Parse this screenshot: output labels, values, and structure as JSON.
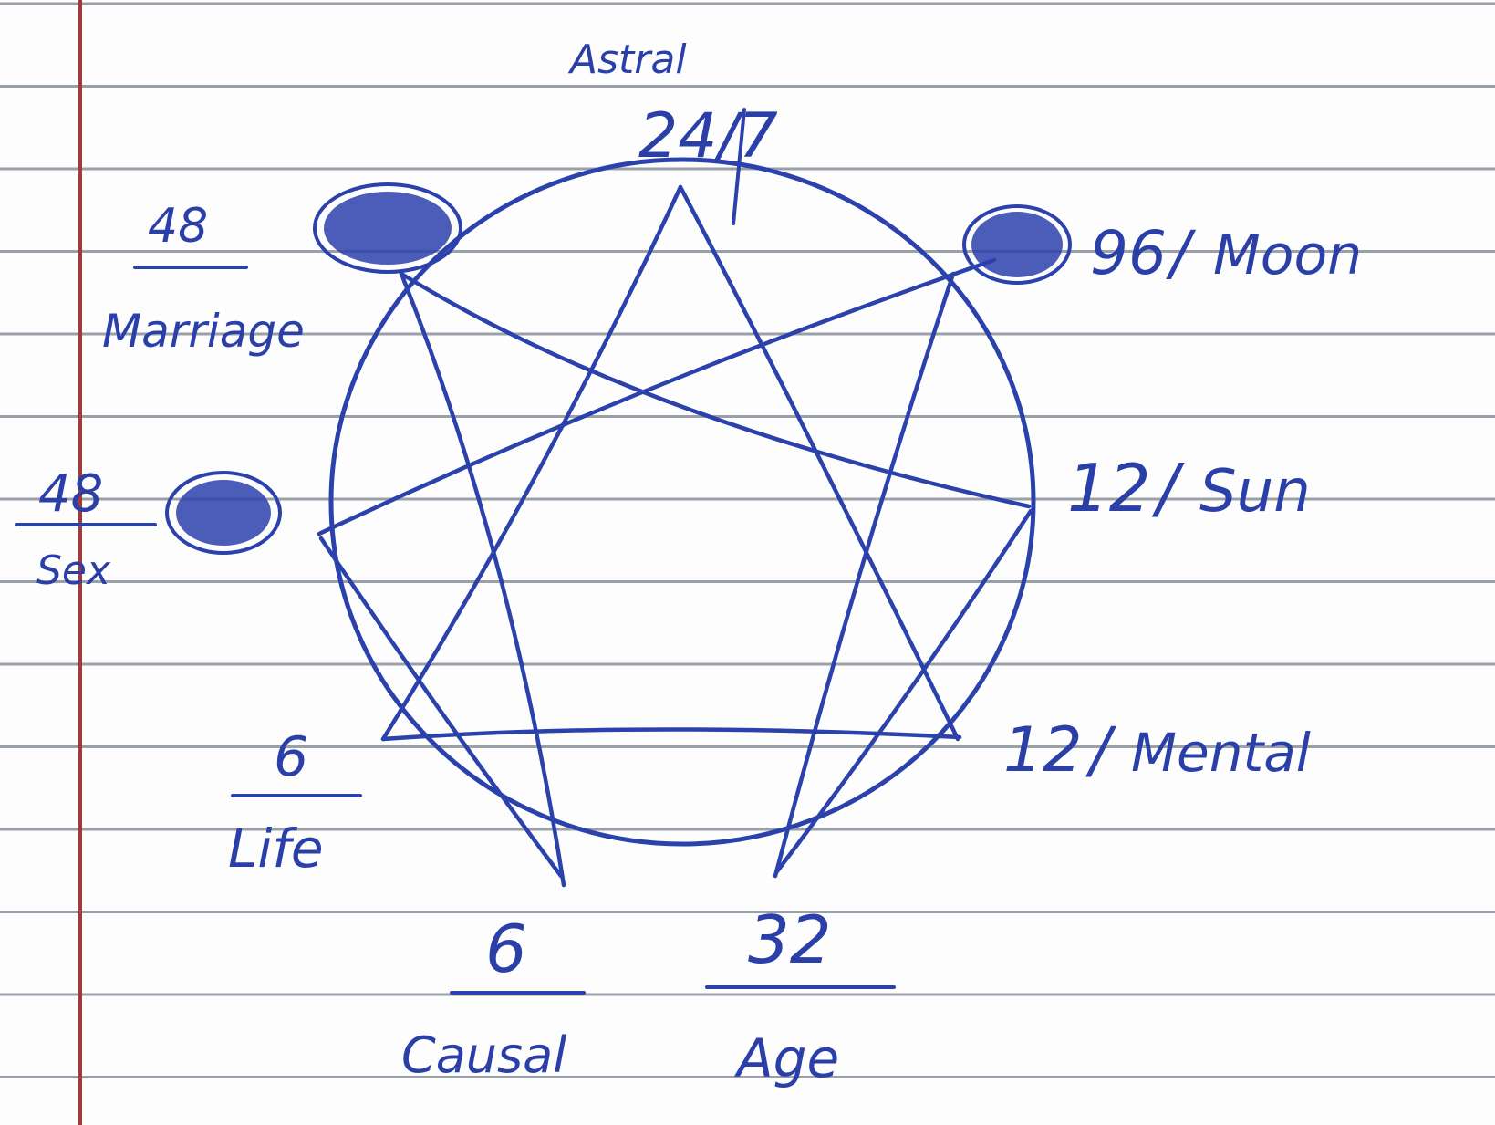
{
  "nodes": [
    {
      "id": "top",
      "number": "24/7",
      "label": "Astral",
      "marked": false
    },
    {
      "id": "upper-right",
      "number": "96",
      "label": "Moon",
      "marked": true
    },
    {
      "id": "right",
      "number": "12",
      "label": "Sun",
      "marked": false
    },
    {
      "id": "lower-right",
      "number": "12",
      "label": "Mental",
      "marked": false
    },
    {
      "id": "bottom-right",
      "number": "32",
      "label": "Age",
      "marked": false
    },
    {
      "id": "bottom-left",
      "number": "6",
      "label": "Causal",
      "marked": false
    },
    {
      "id": "lower-left",
      "number": "6",
      "label": "Life",
      "marked": false
    },
    {
      "id": "left",
      "number": "48",
      "label": "Sex",
      "marked": true
    },
    {
      "id": "upper-left",
      "number": "48",
      "label": "Marriage",
      "marked": true
    }
  ],
  "colors": {
    "ink": "#2b41ab",
    "rule_line": "#9aa0a8",
    "margin_line": "#a23a3a",
    "paper": "#fdfdfd"
  }
}
